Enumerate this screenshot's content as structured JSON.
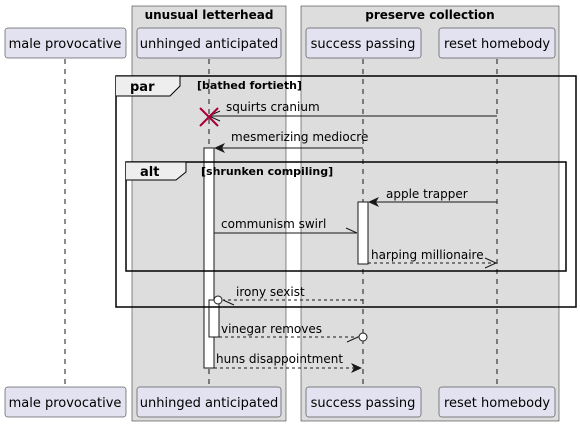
{
  "boxes": [
    {
      "title": "unusual letterhead"
    },
    {
      "title": "preserve collection"
    }
  ],
  "participants": [
    {
      "id": "mp",
      "label": "male provocative"
    },
    {
      "id": "ua",
      "label": "unhinged anticipated"
    },
    {
      "id": "sp",
      "label": "success passing"
    },
    {
      "id": "rh",
      "label": "reset homebody"
    }
  ],
  "fragments": [
    {
      "keyword": "par",
      "guard": "[bathed fortieth]"
    },
    {
      "keyword": "alt",
      "guard": "[shrunken compiling]"
    }
  ],
  "messages": [
    {
      "text": "squirts cranium"
    },
    {
      "text": "mesmerizing mediocre"
    },
    {
      "text": "apple trapper"
    },
    {
      "text": "communism swirl"
    },
    {
      "text": "harping millionaire"
    },
    {
      "text": "irony sexist"
    },
    {
      "text": "vinegar removes"
    },
    {
      "text": "huns disappointment"
    }
  ],
  "colors": {
    "box_fill": "#dddddd",
    "participant_fill": "#e2e2f0",
    "participant_border": "#181818",
    "line": "#181818",
    "destroy": "#a80036"
  }
}
